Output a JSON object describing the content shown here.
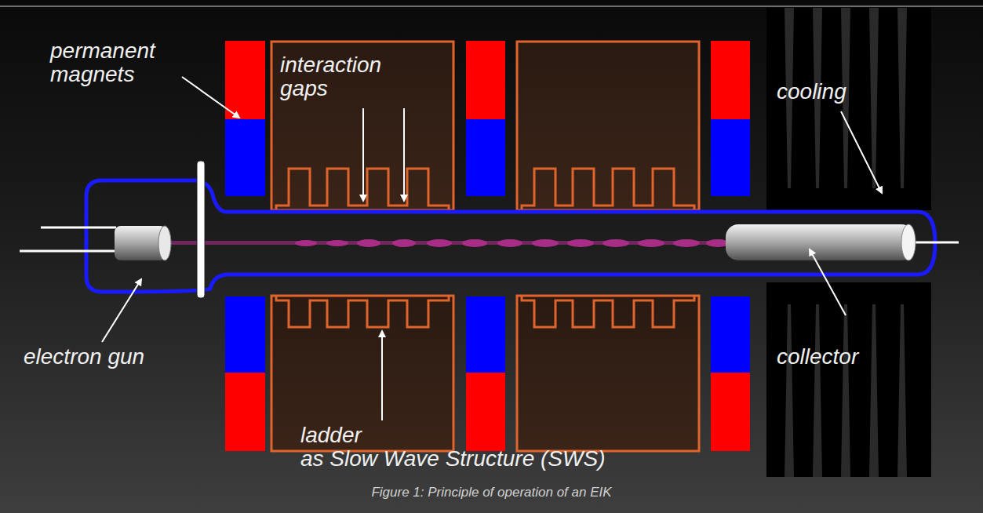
{
  "diagram": {
    "caption": "Figure 1: Principle of operation of an EIK",
    "labels": [
      "permanent magnets",
      "interaction gaps",
      "cooling",
      "electron gun",
      "collector",
      "ladder",
      "as Slow Wave Structure (SWS)"
    ]
  }
}
